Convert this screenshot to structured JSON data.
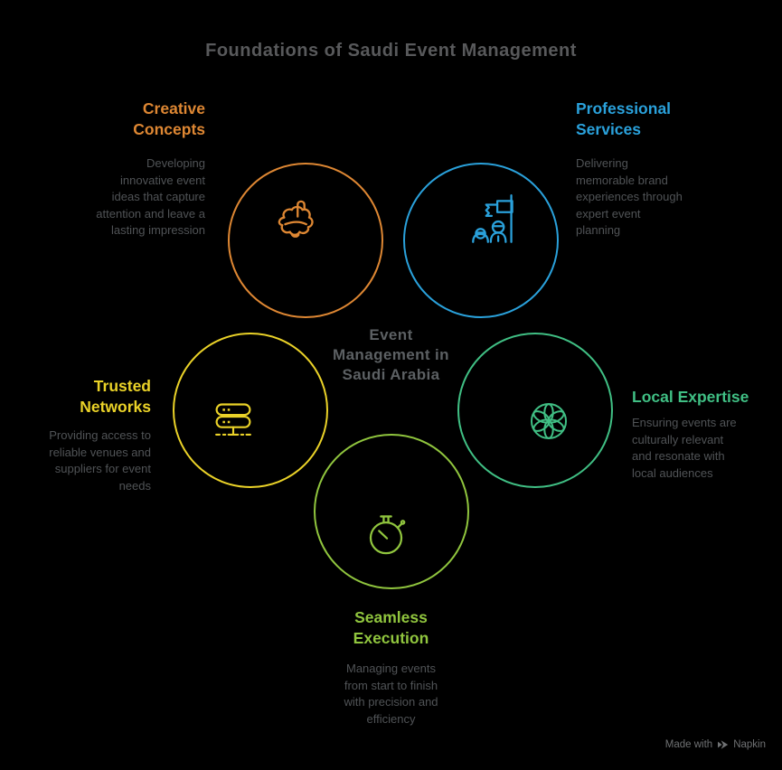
{
  "title": "Foundations of Saudi Event Management",
  "hub": {
    "label": "Event\nManagement in\nSaudi Arabia"
  },
  "nodes": [
    {
      "id": "creative-concepts",
      "label": "Creative\nConcepts",
      "description": "Developing\ninnovative event\nideas that capture\nattention and leave a\nlasting impression",
      "color": "#DE8733",
      "icon": "brain-icon"
    },
    {
      "id": "professional-services",
      "label": "Professional\nServices",
      "description": "Delivering\nmemorable brand\nexperiences through\nexpert event\nplanning",
      "color": "#2AA1DB",
      "icon": "team-flag-icon"
    },
    {
      "id": "trusted-networks",
      "label": "Trusted\nNetworks",
      "description": "Providing access to\nreliable venues and\nsuppliers for event\nneeds",
      "color": "#EAD228",
      "icon": "server-network-icon"
    },
    {
      "id": "local-expertise",
      "label": "Local Expertise",
      "description": "Ensuring events are\nculturally relevant\nand resonate with\nlocal audiences",
      "color": "#40BF84",
      "icon": "rosette-flower-icon"
    },
    {
      "id": "seamless-execution",
      "label": "Seamless\nExecution",
      "description": "Managing events\nfrom start to finish\nwith precision and\nefficiency",
      "color": "#90C53E",
      "icon": "stopwatch-icon"
    }
  ],
  "footer": {
    "made_with": "Made with",
    "brand": "Napkin",
    "logo_icon": "napkin-logo-icon"
  },
  "palette": {
    "background": "#000000",
    "title_text": "#58595B",
    "body_text": "#505356",
    "hub_text": "#5C6063",
    "hub_stroke": "#4D4D4D",
    "footer_text": "#6F7173"
  }
}
